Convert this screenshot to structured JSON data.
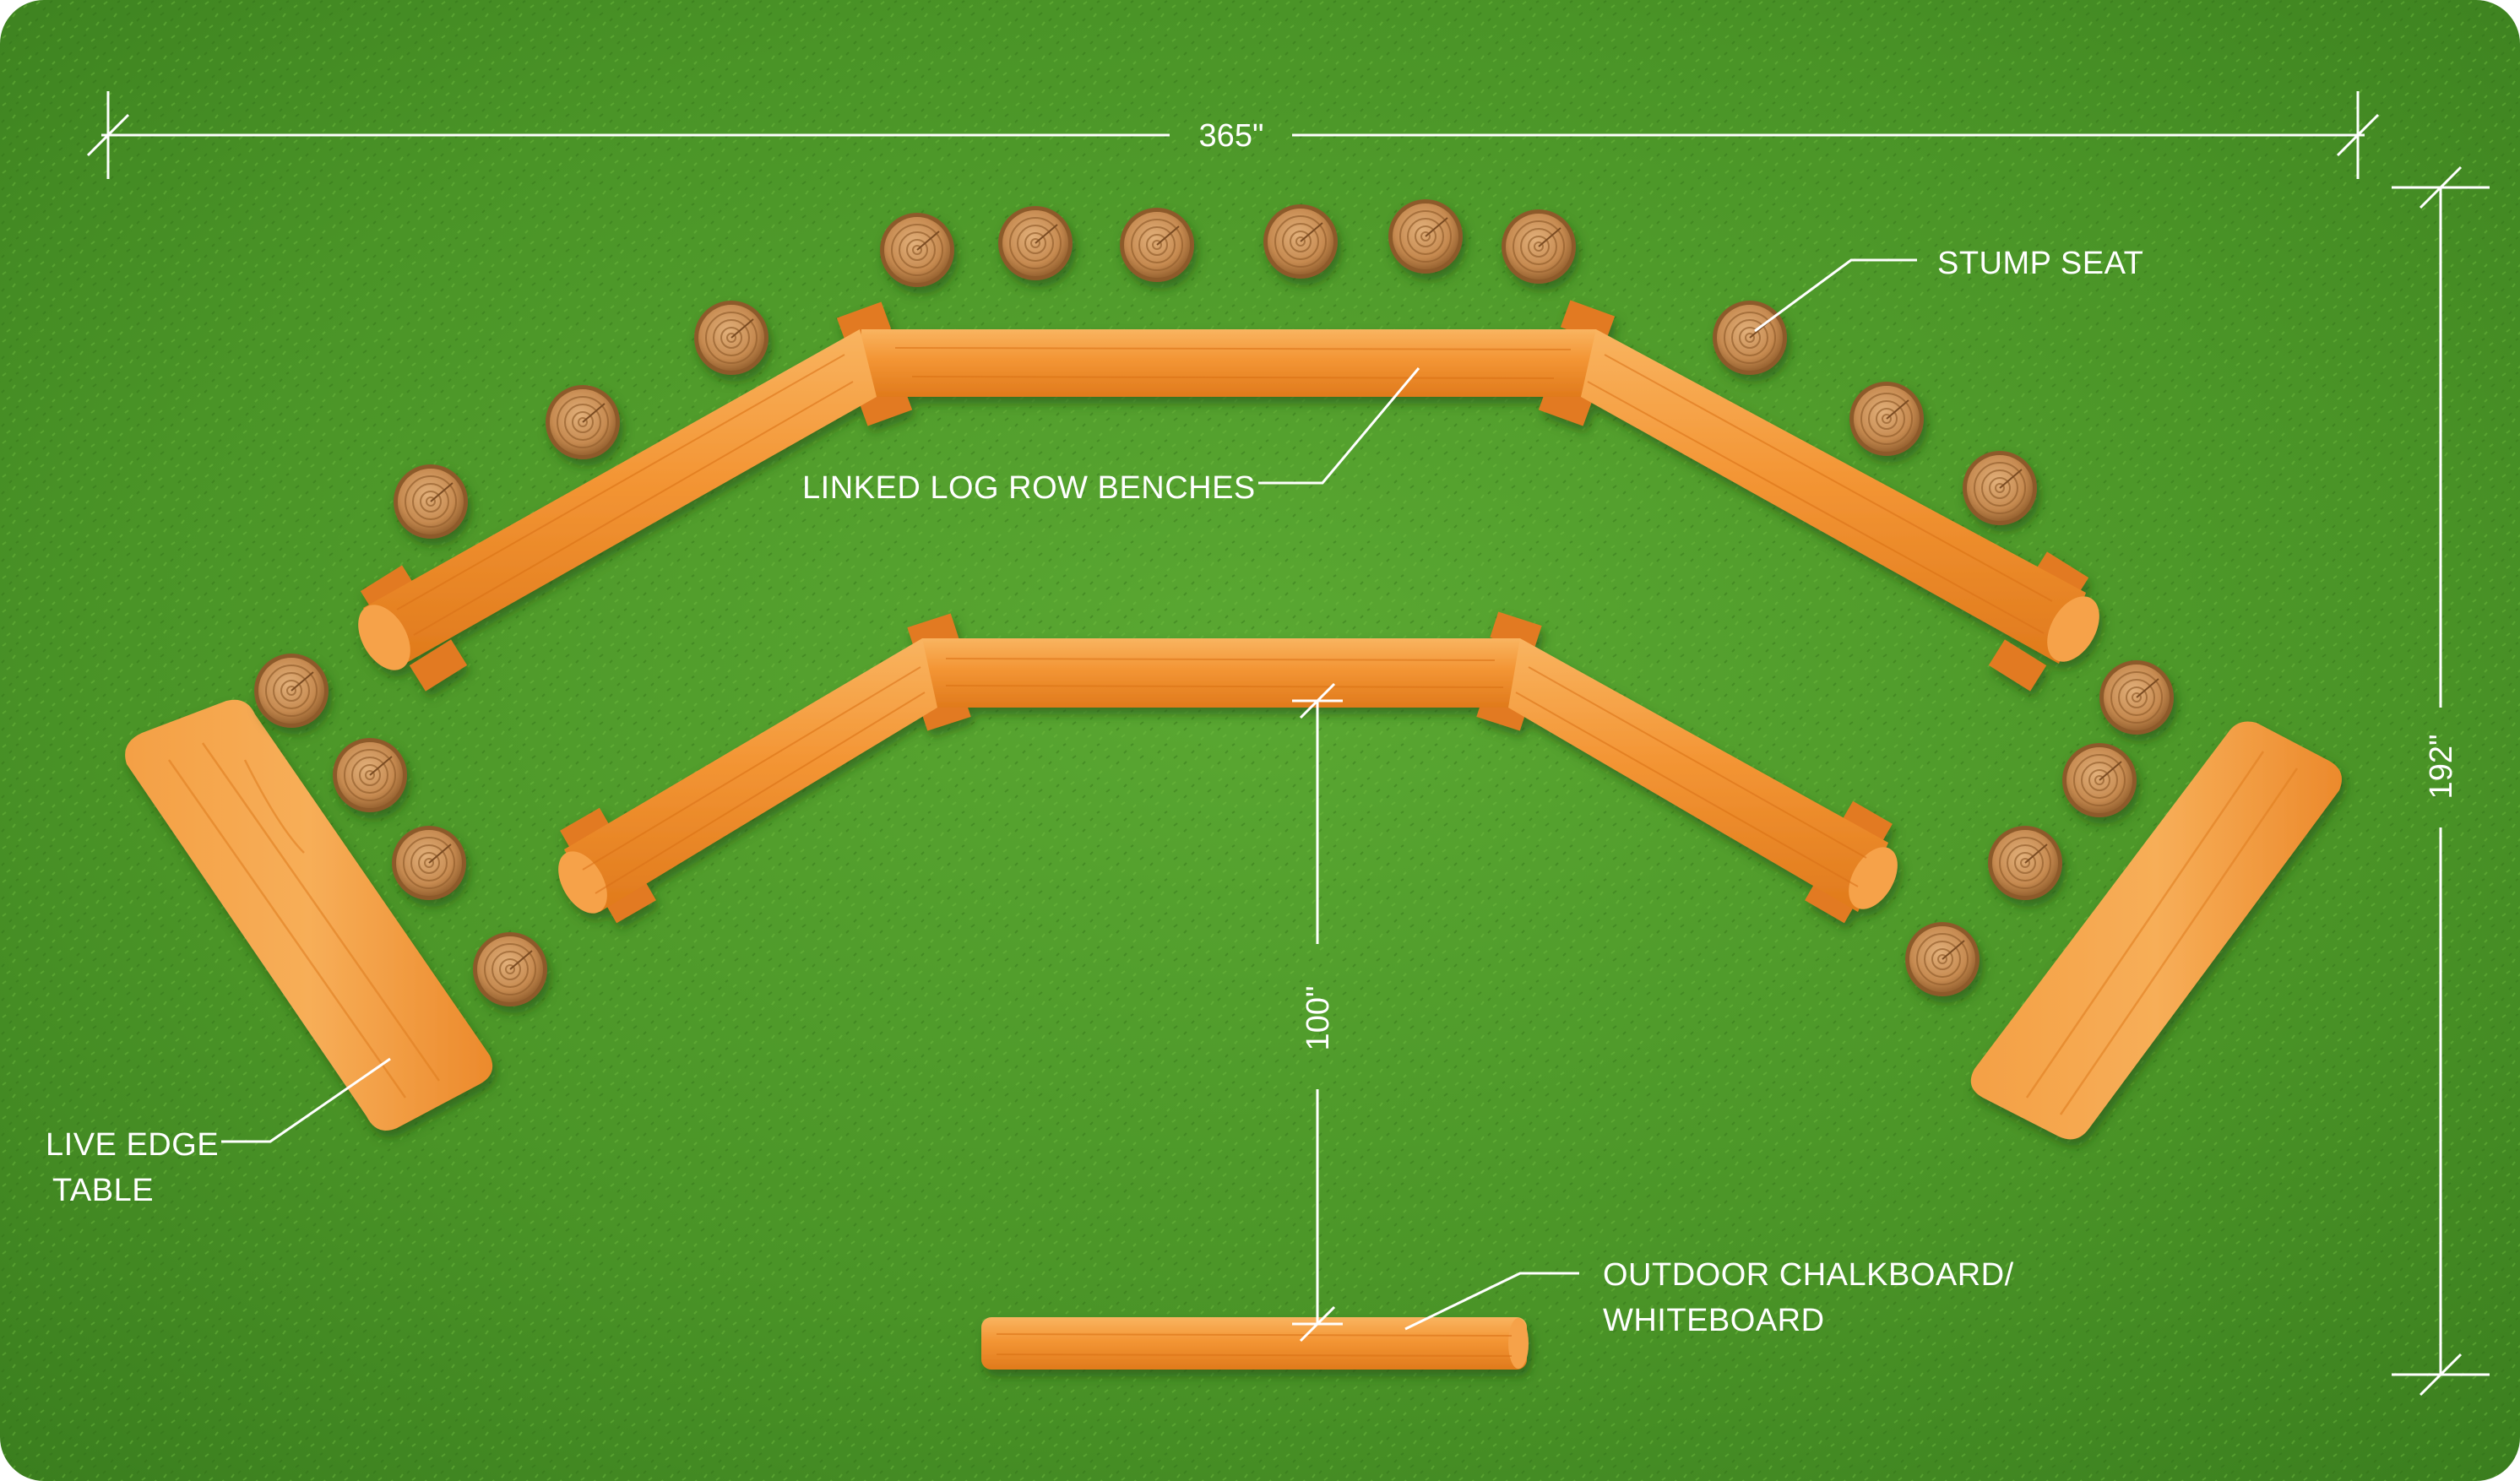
{
  "dimensions": {
    "width": "365\"",
    "height": "192\"",
    "depth": "100\""
  },
  "labels": {
    "stump_seat": "STUMP SEAT",
    "benches": "LINKED LOG ROW BENCHES",
    "table_line1": "LIVE EDGE",
    "table_line2": "TABLE",
    "board_line1": "OUTDOOR CHALKBOARD/",
    "board_line2": "WHITEBOARD"
  },
  "colors": {
    "grass": "#4f9a2a",
    "grass_dark": "#3c8220",
    "wood": "#f08a2a",
    "wood_light": "#f7a850",
    "stump": "#c98d52",
    "line": "#ffffff"
  }
}
